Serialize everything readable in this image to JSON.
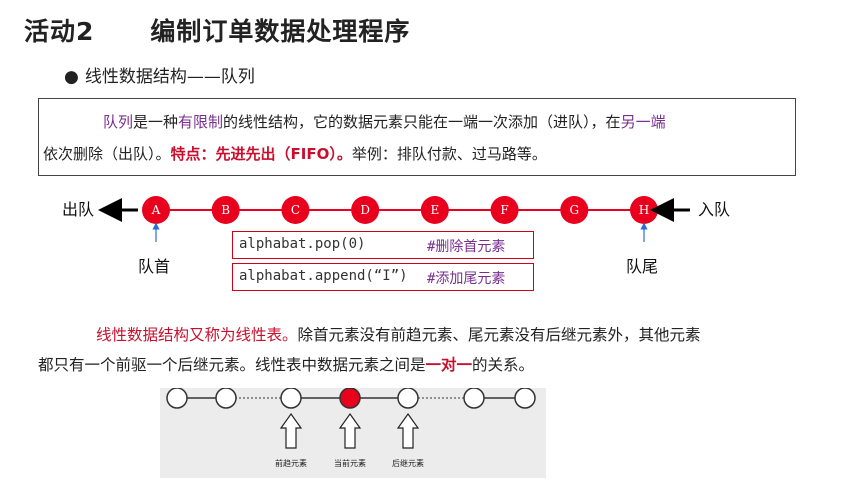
{
  "header": {
    "activity_num": "活动2",
    "activity_title": "编制订单数据处理程序"
  },
  "subtitle": {
    "bullet": "●",
    "text": "线性数据结构——队列"
  },
  "definition": {
    "line1_purple1": "队列",
    "line1_text1": "是一种",
    "line1_purple2": "有限制",
    "line1_text2": "的线性结构，它的数据元素只能在一端一次添加（进队），在",
    "line1_purple3": "另一端",
    "line2_text1": "依次删除（出队）。",
    "line2_red": "特点：先进先出（FIFO）。",
    "line2_text2": "举例：排队付款、过马路等。"
  },
  "queue": {
    "out_label": "出队",
    "in_label": "入队",
    "head_label": "队首",
    "tail_label": "队尾",
    "nodes": [
      "A",
      "B",
      "C",
      "D",
      "E",
      "F",
      "G",
      "H"
    ],
    "node_color": "#e8001c"
  },
  "code": {
    "pop": "alphabat.pop(0)",
    "pop_comment": "#删除首元素",
    "append": "alphabat.append(“I”)",
    "append_comment": "#添加尾元素"
  },
  "paragraph": {
    "red1": "线性数据结构又称为线性表。",
    "text1": "除首元素没有前趋元素、尾元素没有后继元素外，其他元素",
    "text2": "都只有一个前驱一个后继元素。线性表中数据元素之间是",
    "red2": "一对一",
    "text3": "的关系。"
  },
  "list_diagram": {
    "pred_label": "前趋元素",
    "current_label": "当前元素",
    "succ_label": "后继元素"
  }
}
